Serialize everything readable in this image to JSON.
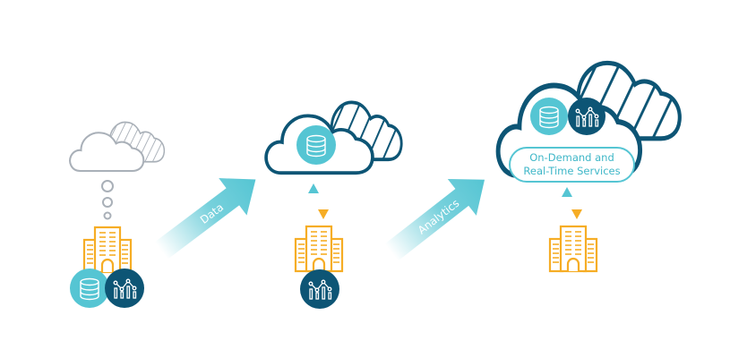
{
  "colors": {
    "teal": "#55c5d3",
    "dark_blue": "#0d5575",
    "orange": "#f6ad25",
    "gray": "#a9b0b8"
  },
  "arrows": {
    "data_label": "Data",
    "analytics_label": "Analytics"
  },
  "services": {
    "line1": "On-Demand and",
    "line2": "Real-Time Services"
  },
  "icons": [
    "cloud-icon",
    "building-icon",
    "database-icon",
    "analytics-chart-icon",
    "thought-bubble-icon"
  ]
}
